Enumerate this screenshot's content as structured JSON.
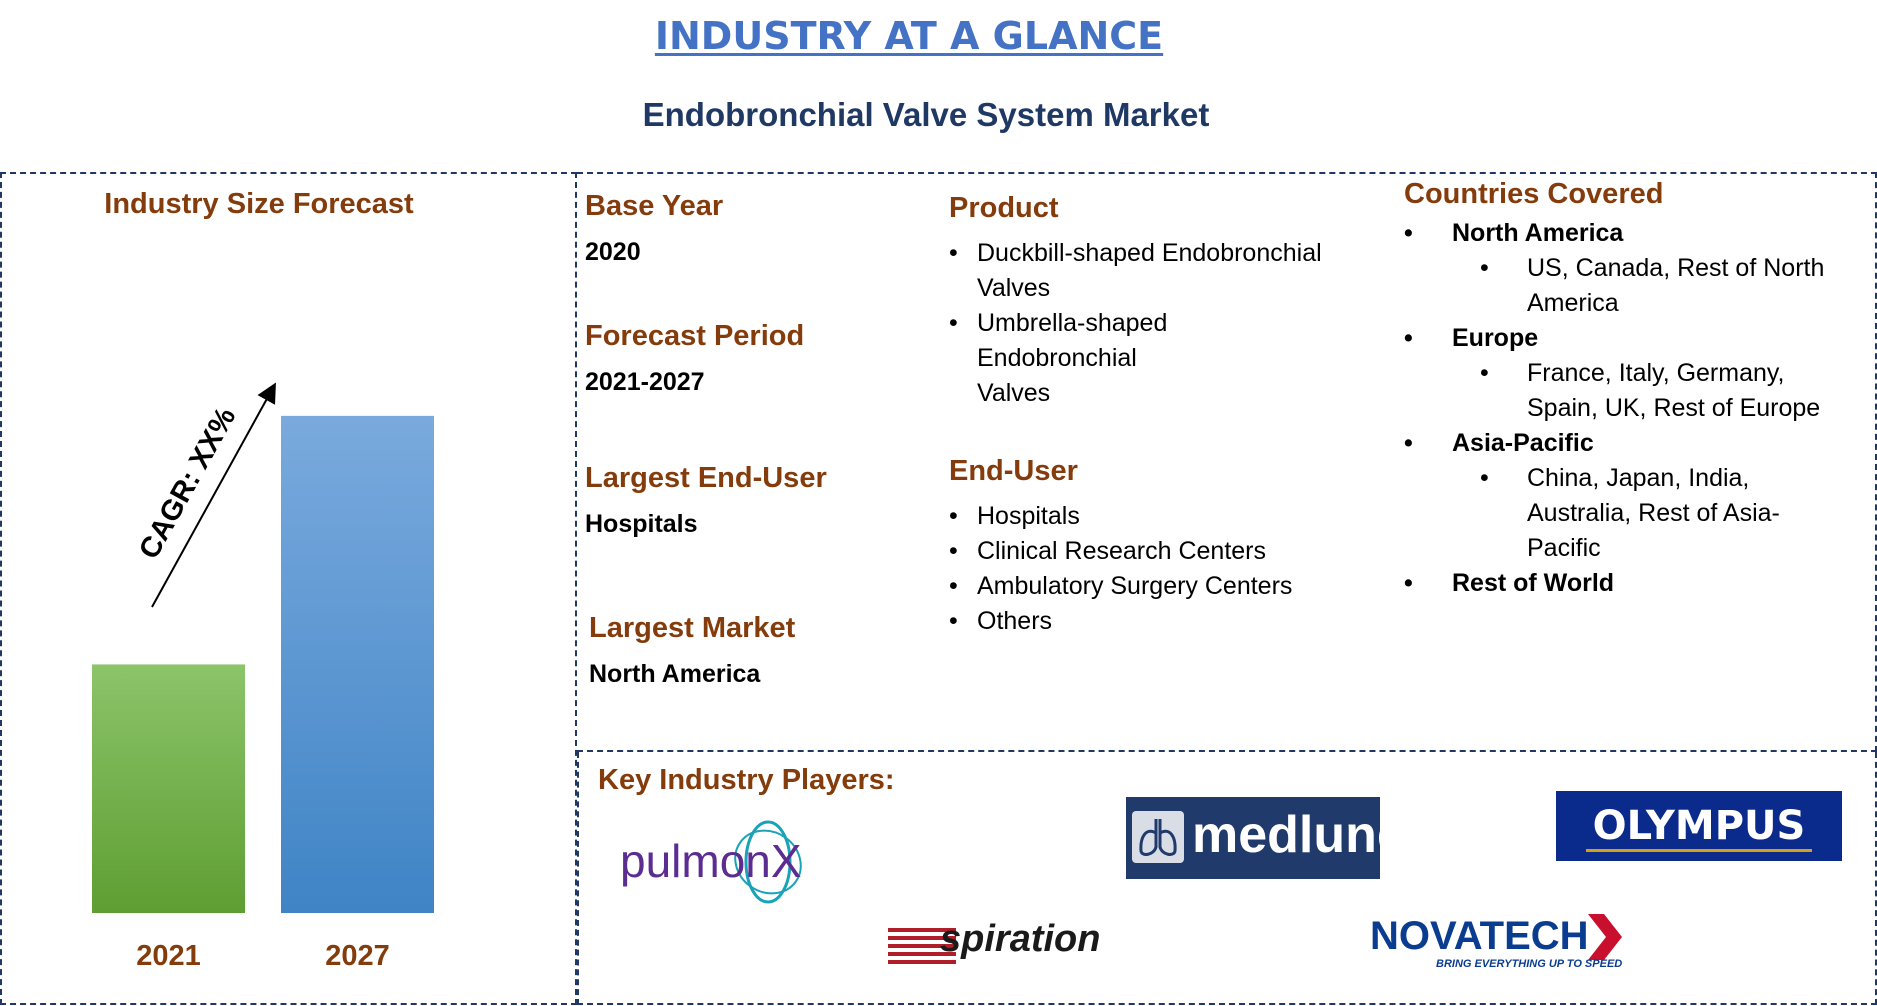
{
  "header": {
    "title": "INDUSTRY AT A GLANCE",
    "subtitle": "Endobronchial Valve System Market"
  },
  "chart_data": {
    "type": "bar",
    "title": "Industry Size Forecast",
    "categories": [
      "2021",
      "2027"
    ],
    "values": [
      30,
      60
    ],
    "ylim": [
      0,
      70
    ],
    "colors": [
      "#70ad47",
      "#5b9bd5"
    ],
    "annotation": "CAGR: XX%",
    "grid": false
  },
  "info": {
    "base_year_label": "Base Year",
    "base_year_value": "2020",
    "forecast_label": "Forecast Period",
    "forecast_value": "2021-2027",
    "end_user_label": "Largest End-User",
    "end_user_value": "Hospitals",
    "market_label": "Largest Market",
    "market_value": "North America",
    "product_label": "Product",
    "products": [
      "Duckbill-shaped Endobronchial Valves",
      "Umbrella-shaped Endobronchial Valves"
    ],
    "enduser_heading": "End-User",
    "end_users": [
      "Hospitals",
      "Clinical Research Centers",
      "Ambulatory Surgery Centers",
      "Others"
    ],
    "countries_label": "Countries Covered",
    "regions": [
      {
        "name": "North America",
        "countries": "US, Canada, Rest of North America"
      },
      {
        "name": "Europe",
        "countries": "France, Italy, Germany, Spain, UK, Rest of Europe"
      },
      {
        "name": "Asia-Pacific",
        "countries": "China, Japan, India, Australia, Rest of Asia-Pacific"
      },
      {
        "name": "Rest of World",
        "countries": ""
      }
    ]
  },
  "players": {
    "heading": "Key Industry Players:",
    "logos": {
      "pulmonx": "pulmonX",
      "medlung": "medlung",
      "olympus": "OLYMPUS",
      "spiration": "spiration",
      "novatech": "NOVATECH",
      "novatech_tagline": "BRING EVERYTHING UP TO SPEED"
    }
  }
}
